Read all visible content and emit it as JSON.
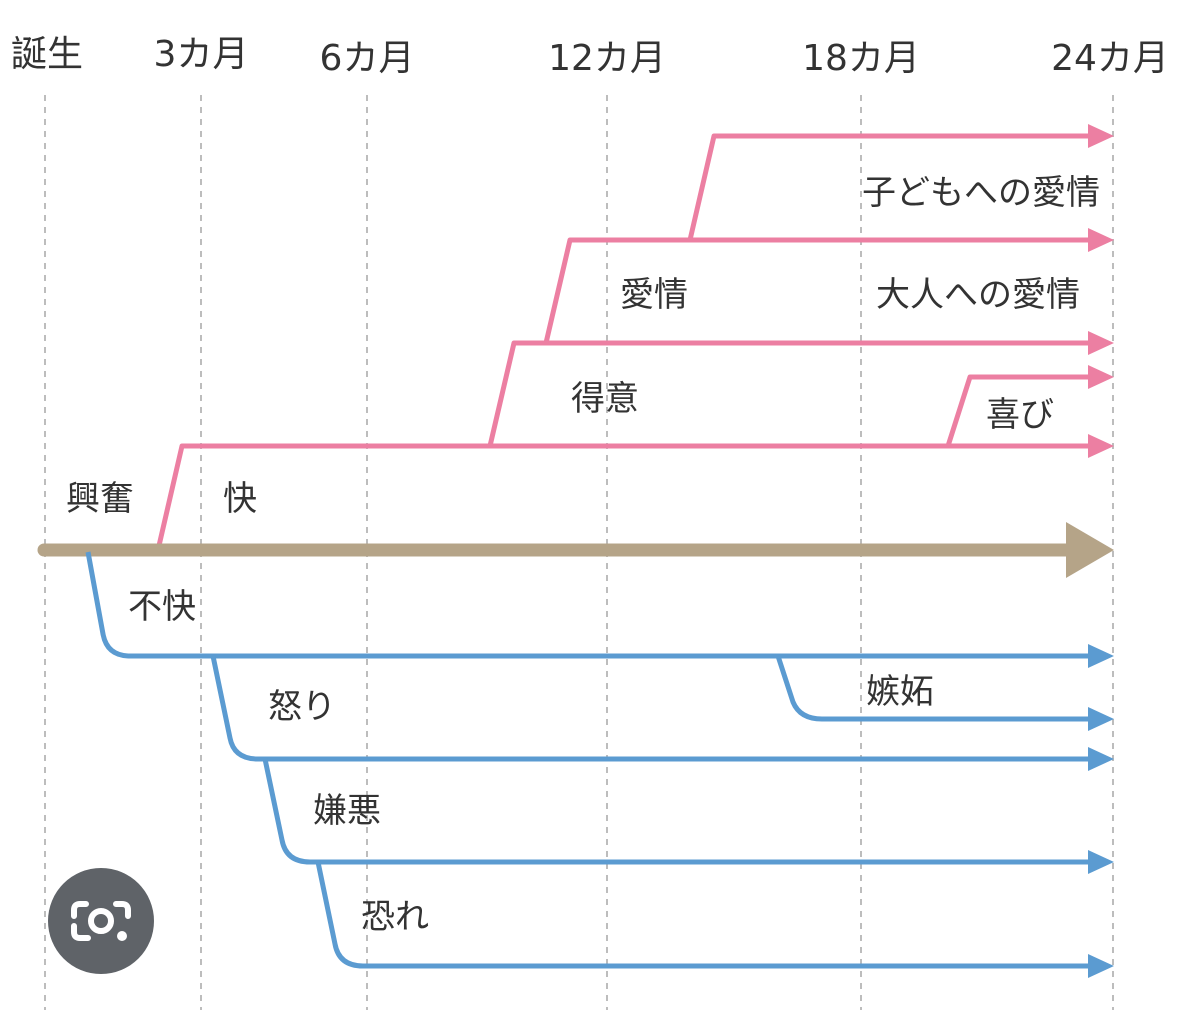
{
  "timeline": {
    "ages": [
      "誕生",
      "3カ月",
      "6カ月",
      "12カ月",
      "18カ月",
      "24カ月"
    ]
  },
  "emotions": {
    "excitement": "興奮",
    "pleasure": "快",
    "pride": "得意",
    "affection": "愛情",
    "affection_children": "子どもへの愛情",
    "affection_adults": "大人への愛情",
    "joy": "喜び",
    "displeasure": "不快",
    "anger": "怒り",
    "jealousy": "嫉妬",
    "disgust": "嫌悪",
    "fear": "恐れ"
  },
  "colors": {
    "positive": "#ec7fa2",
    "negative": "#5b9bd1",
    "base": "#b5a488",
    "grid": "#bdbdbd"
  },
  "overlay": {
    "icon": "lens-camera-icon"
  }
}
